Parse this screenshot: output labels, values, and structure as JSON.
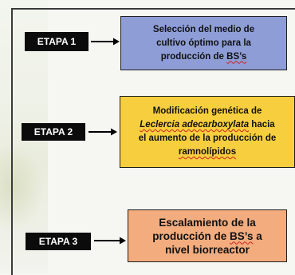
{
  "stages": [
    {
      "label": "ETAPA 1",
      "lines": [
        [
          {
            "t": "Selección del medio de"
          }
        ],
        [
          {
            "t": "cultivo óptimo para la"
          }
        ],
        [
          {
            "t": "producción de "
          },
          {
            "t": "BS’s",
            "sq": true
          }
        ]
      ]
    },
    {
      "label": "ETAPA 2",
      "lines": [
        [
          {
            "t": "Modificación genética de"
          }
        ],
        [
          {
            "t": "Leclercia adecarboxylata",
            "it": true,
            "sq": true
          },
          {
            "t": " hacia"
          }
        ],
        [
          {
            "t": "el aumento de la producción de"
          }
        ],
        [
          {
            "t": "ramnolípidos",
            "sq": true
          }
        ]
      ]
    },
    {
      "label": "ETAPA 3",
      "lines": [
        [
          {
            "t": "Escalamiento de la"
          }
        ],
        [
          {
            "t": "producción de "
          },
          {
            "t": "BS’s",
            "sq": true
          },
          {
            "t": " a"
          }
        ],
        [
          {
            "t": "nivel biorreactor"
          }
        ]
      ]
    }
  ],
  "colors": {
    "box1": "#8e9dd6",
    "box2": "#f7cf3e",
    "box3": "#f2ac7e",
    "etapa_bg": "#0b0b0b"
  }
}
